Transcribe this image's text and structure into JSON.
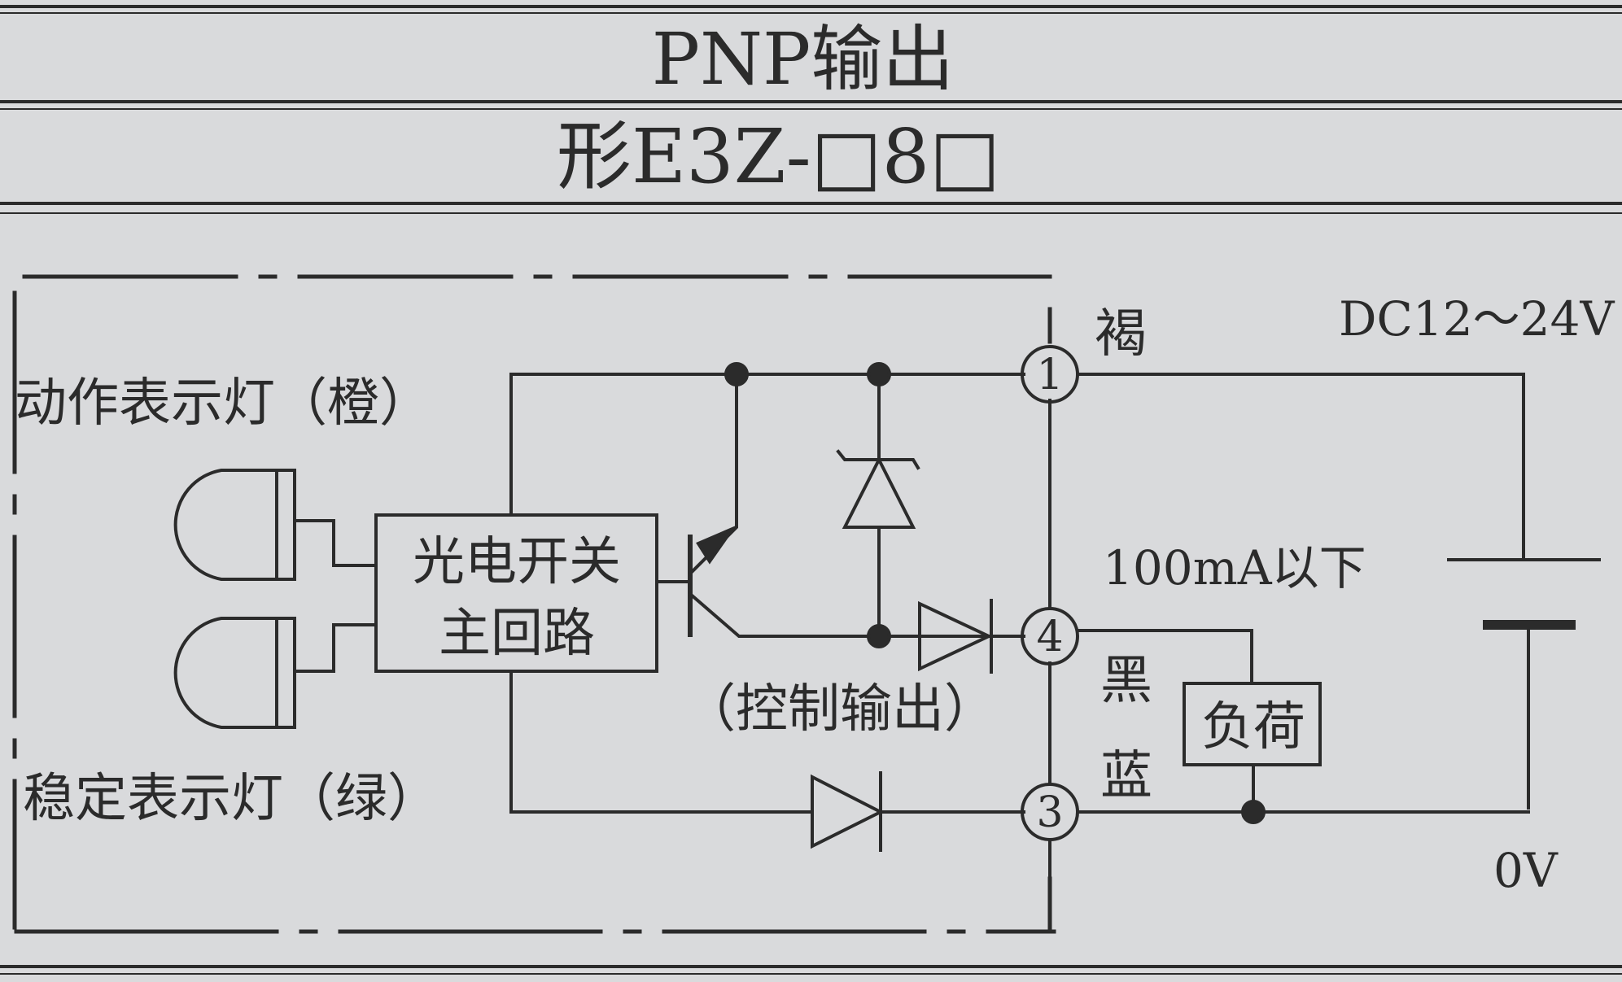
{
  "header": {
    "title": "PNP输出",
    "model": "形E3Z-□8□"
  },
  "labels": {
    "action_indicator": "动作表示灯（橙）",
    "stable_indicator": "稳定表示灯（绿）",
    "main_circuit_line1": "光电开关",
    "main_circuit_line2": "主回路",
    "control_output": "（控制输出）",
    "current_limit": "100mA以下",
    "supply_voltage": "DC12～24V",
    "zero_volt": "0V",
    "load": "负荷"
  },
  "terminals": [
    {
      "number": "1",
      "wire_color": "褐"
    },
    {
      "number": "4",
      "wire_color": "黑"
    },
    {
      "number": "3",
      "wire_color": "蓝"
    }
  ],
  "colors": {
    "background": "#d9dadc",
    "ink": "#2b2b2b"
  }
}
